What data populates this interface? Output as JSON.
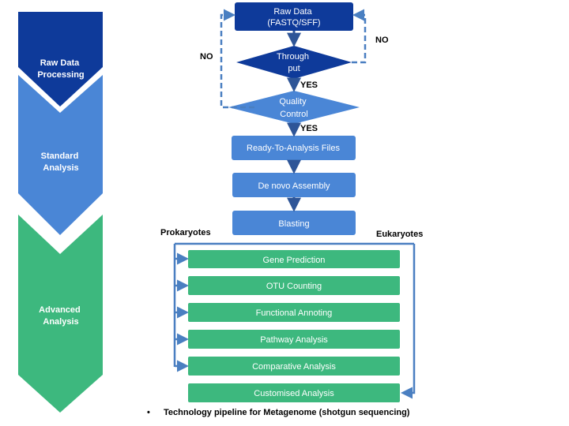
{
  "stages": [
    {
      "lines": [
        "Raw Data",
        "Processing"
      ]
    },
    {
      "lines": [
        "Standard",
        "Analysis"
      ]
    },
    {
      "lines": [
        "Advanced",
        "Analysis"
      ]
    }
  ],
  "nodes": {
    "raw_data": {
      "lines": [
        "Raw Data",
        "(FASTQ/SFF)"
      ]
    },
    "throughput": {
      "lines": [
        "Through",
        "put"
      ]
    },
    "quality_control": {
      "lines": [
        "Quality",
        "Control"
      ]
    },
    "ready_files": {
      "label": "Ready-To-Analysis Files"
    },
    "de_novo": {
      "label": "De novo Assembly"
    },
    "blasting": {
      "label": "Blasting"
    }
  },
  "branch_labels": {
    "no_left": "NO",
    "no_right": "NO",
    "yes_1": "YES",
    "yes_2": "YES",
    "prokaryotes": "Prokaryotes",
    "eukaryotes": "Eukaryotes"
  },
  "advanced_steps": [
    "Gene Prediction",
    "OTU Counting",
    "Functional Annoting",
    "Pathway Analysis",
    "Comparative Analysis",
    "Customised Analysis"
  ],
  "caption": {
    "bullet": "•",
    "text": "Technology pipeline for Metagenome (shotgun sequencing)"
  },
  "colors": {
    "dark_blue": "#0E3A9A",
    "mid_blue": "#4A86D6",
    "green": "#3DB87E",
    "connector_blue": "#4A7FC1",
    "dark_arrow": "#2E5597"
  }
}
